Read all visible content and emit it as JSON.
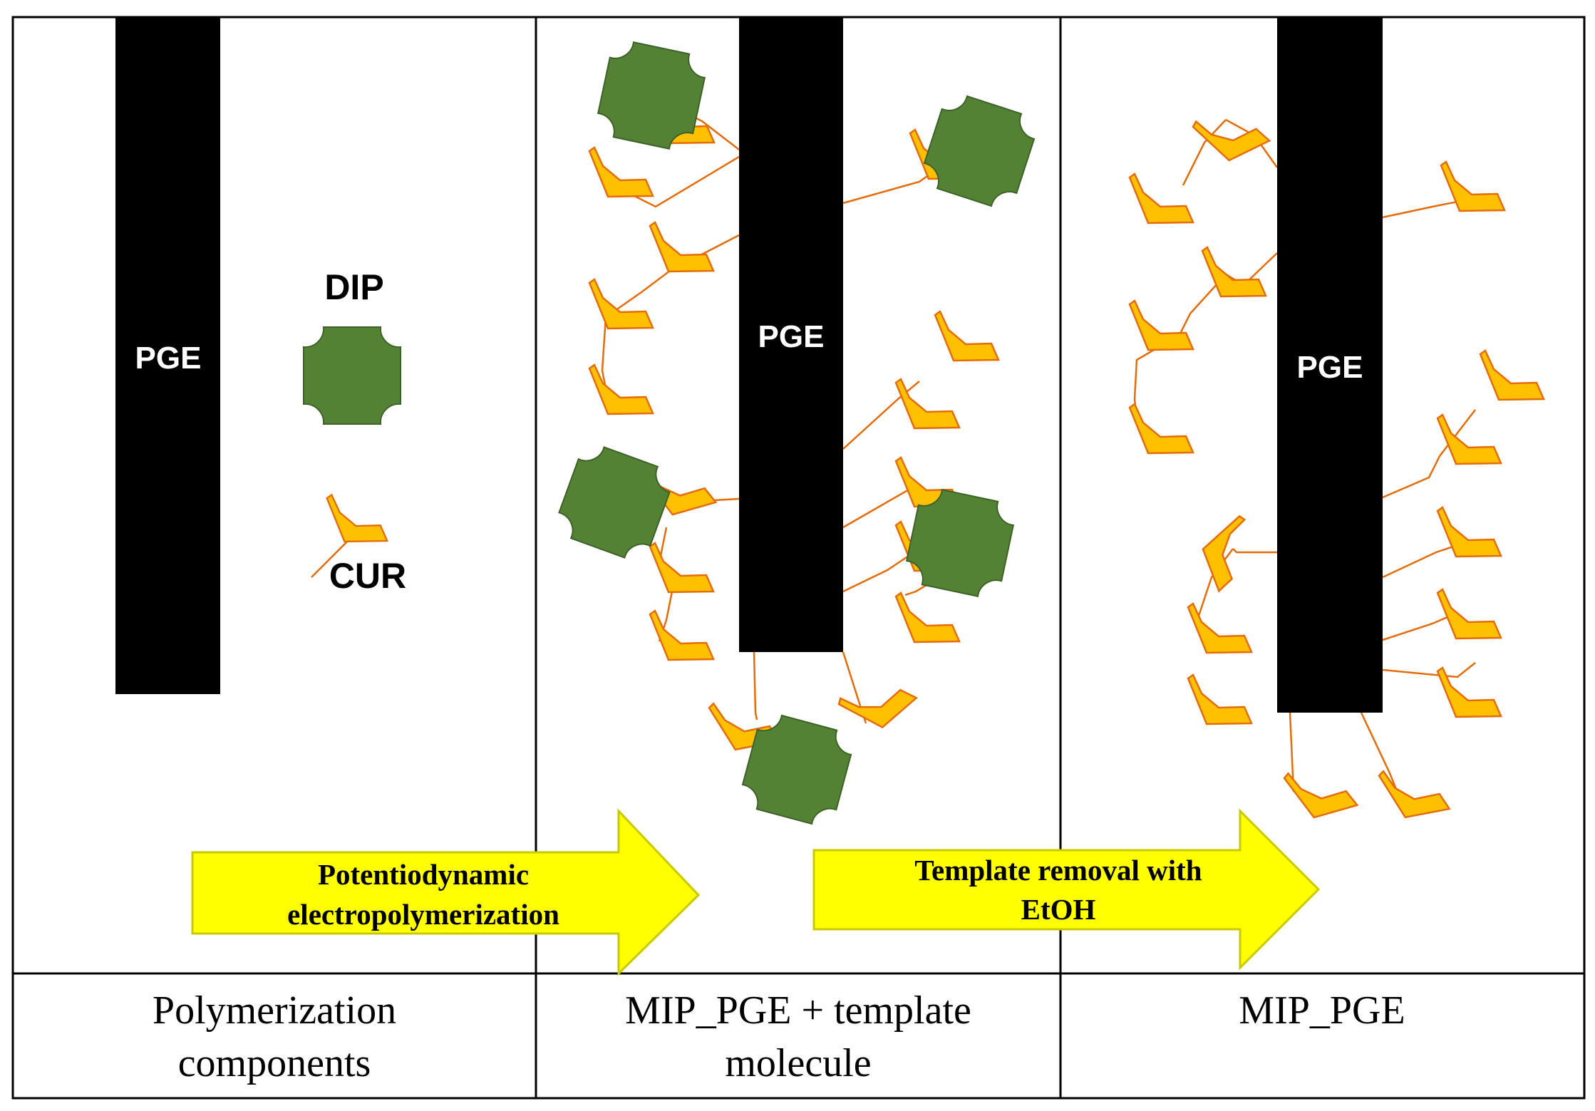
{
  "electrode_label": "PGE",
  "legend": {
    "dip_label": "DIP",
    "cur_label": "CUR"
  },
  "arrows": [
    {
      "line1": "Potentiodynamic",
      "line2": "electropolymerization"
    },
    {
      "line1": "Template removal with",
      "line2": "EtOH"
    }
  ],
  "captions": [
    {
      "line1": "Polymerization",
      "line2": "components"
    },
    {
      "line1": "MIP_PGE  + template",
      "line2": "molecule"
    },
    {
      "line1": "MIP_PGE",
      "line2": ""
    }
  ],
  "colors": {
    "electrode": "#000000",
    "dip_fill": "#548235",
    "dip_stroke": "#3d6126",
    "cur_fill": "#ffc000",
    "cur_stroke": "#e46c0a",
    "link": "#e46c0a",
    "arrow_fill": "#ffff00",
    "arrow_stroke": "#c9c900",
    "border": "#000000"
  }
}
